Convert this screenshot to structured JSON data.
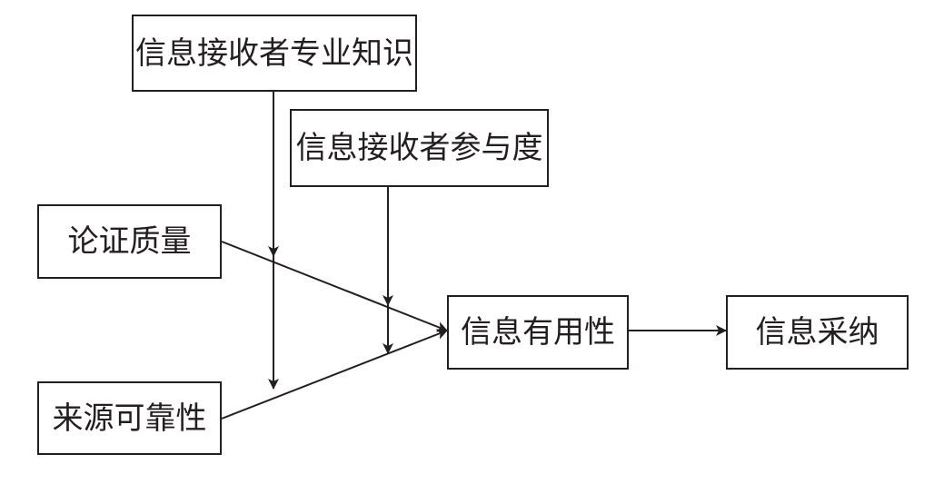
{
  "nodes": {
    "expertise": {
      "label": "信息接收者专业知识"
    },
    "involvement": {
      "label": "信息接收者参与度"
    },
    "argument_quality": {
      "label": "论证质量"
    },
    "source_credibility": {
      "label": "来源可靠性"
    },
    "usefulness": {
      "label": "信息有用性"
    },
    "adoption": {
      "label": "信息采纳"
    }
  },
  "edges": [
    {
      "from": "argument_quality",
      "to": "usefulness"
    },
    {
      "from": "source_credibility",
      "to": "usefulness"
    },
    {
      "from": "usefulness",
      "to": "adoption"
    },
    {
      "from": "expertise",
      "to": "argument_quality -> usefulness",
      "type": "moderation"
    },
    {
      "from": "expertise",
      "to": "source_credibility -> usefulness",
      "type": "moderation"
    },
    {
      "from": "involvement",
      "to": "argument_quality -> usefulness",
      "type": "moderation"
    },
    {
      "from": "involvement",
      "to": "source_credibility -> usefulness",
      "type": "moderation"
    }
  ],
  "colors": {
    "stroke": "#231f20",
    "text": "#231f20",
    "background": "#ffffff"
  }
}
